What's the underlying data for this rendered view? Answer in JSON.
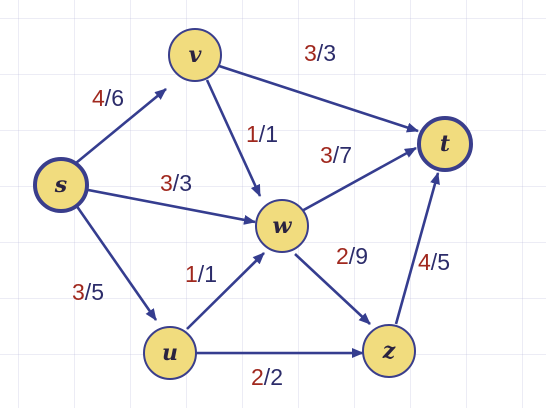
{
  "colors": {
    "edge": "#353d8f",
    "node_fill": "#f1dc7e",
    "node_stroke": "#3a3e8c",
    "flow_text": "#a0281e",
    "capacity_text": "#2c2c6a"
  },
  "nodes": {
    "s": {
      "label": "s"
    },
    "v": {
      "label": "v"
    },
    "t": {
      "label": "t"
    },
    "w": {
      "label": "w"
    },
    "u": {
      "label": "u"
    },
    "z": {
      "label": "z"
    }
  },
  "edges": {
    "s_v": {
      "from": "s",
      "to": "v",
      "flow": "4",
      "capacity": "6"
    },
    "v_t": {
      "from": "v",
      "to": "t",
      "flow": "3",
      "capacity": "3"
    },
    "v_w": {
      "from": "v",
      "to": "w",
      "flow": "1",
      "capacity": "1"
    },
    "s_w": {
      "from": "s",
      "to": "w",
      "flow": "3",
      "capacity": "3"
    },
    "w_t": {
      "from": "w",
      "to": "t",
      "flow": "3",
      "capacity": "7"
    },
    "s_u": {
      "from": "s",
      "to": "u",
      "flow": "3",
      "capacity": "5"
    },
    "u_w": {
      "from": "u",
      "to": "w",
      "flow": "1",
      "capacity": "1"
    },
    "w_z": {
      "from": "w",
      "to": "z",
      "flow": "2",
      "capacity": "9"
    },
    "u_z": {
      "from": "u",
      "to": "z",
      "flow": "2",
      "capacity": "2"
    },
    "z_t": {
      "from": "z",
      "to": "t",
      "flow": "4",
      "capacity": "5"
    }
  },
  "separator": "/"
}
